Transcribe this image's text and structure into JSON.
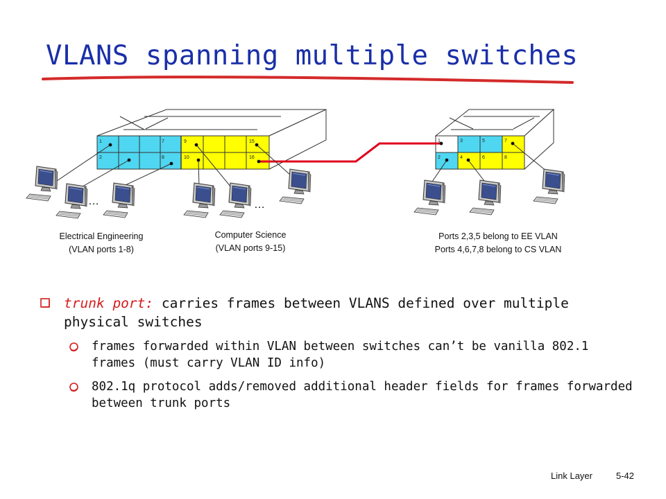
{
  "title": "VLANS spanning multiple switches",
  "switch_left": {
    "port_labels": [
      "1",
      "7",
      "9",
      "15",
      "2",
      "8",
      "10",
      "16"
    ],
    "ellipsis": [
      "…",
      "…"
    ],
    "group_ee": {
      "line1": "Electrical Engineering",
      "line2": "(VLAN ports 1-8)"
    },
    "group_cs": {
      "line1": "Computer Science",
      "line2": "(VLAN ports 9-15)"
    }
  },
  "switch_right": {
    "port_labels": [
      "1",
      "3",
      "5",
      "7",
      "2",
      "4",
      "6",
      "8"
    ],
    "caption": {
      "line1": "Ports 2,3,5 belong to EE VLAN",
      "line2": "Ports 4,6,7,8 belong to CS VLAN"
    }
  },
  "colors": {
    "title": "#1a2fa8",
    "ee_ports": "#4fd6f0",
    "cs_ports": "#ffff00",
    "trunk_link": "#e0001b",
    "emphasis": "#d41c1c"
  },
  "bullets": {
    "trunk_term": "trunk port:",
    "trunk_text": " carries frames between VLANS defined over multiple physical switches",
    "sub1": "frames forwarded within VLAN between switches can’t be vanilla 802.1 frames (must carry VLAN ID info)",
    "sub2": "802.1q protocol adds/removed additional header fields for frames forwarded between trunk ports"
  },
  "footer": {
    "section": "Link Layer",
    "page": "5-42"
  }
}
